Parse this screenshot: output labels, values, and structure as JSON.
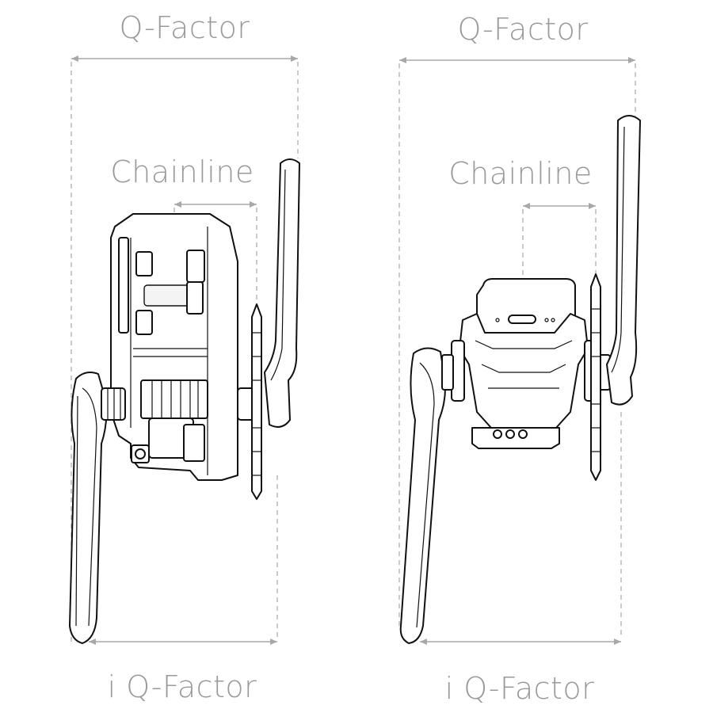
{
  "labels": {
    "left_q_factor": "Q-Factor",
    "left_chainline": "Chainline",
    "left_i_q_factor": "i Q-Factor",
    "right_q_factor": "Q-Factor",
    "right_chainline": "Chainline",
    "right_i_q_factor": "i Q-Factor"
  },
  "colors": {
    "dimension": "#a8a8a8",
    "label": "#9a9a9a",
    "ink": "#111111"
  }
}
